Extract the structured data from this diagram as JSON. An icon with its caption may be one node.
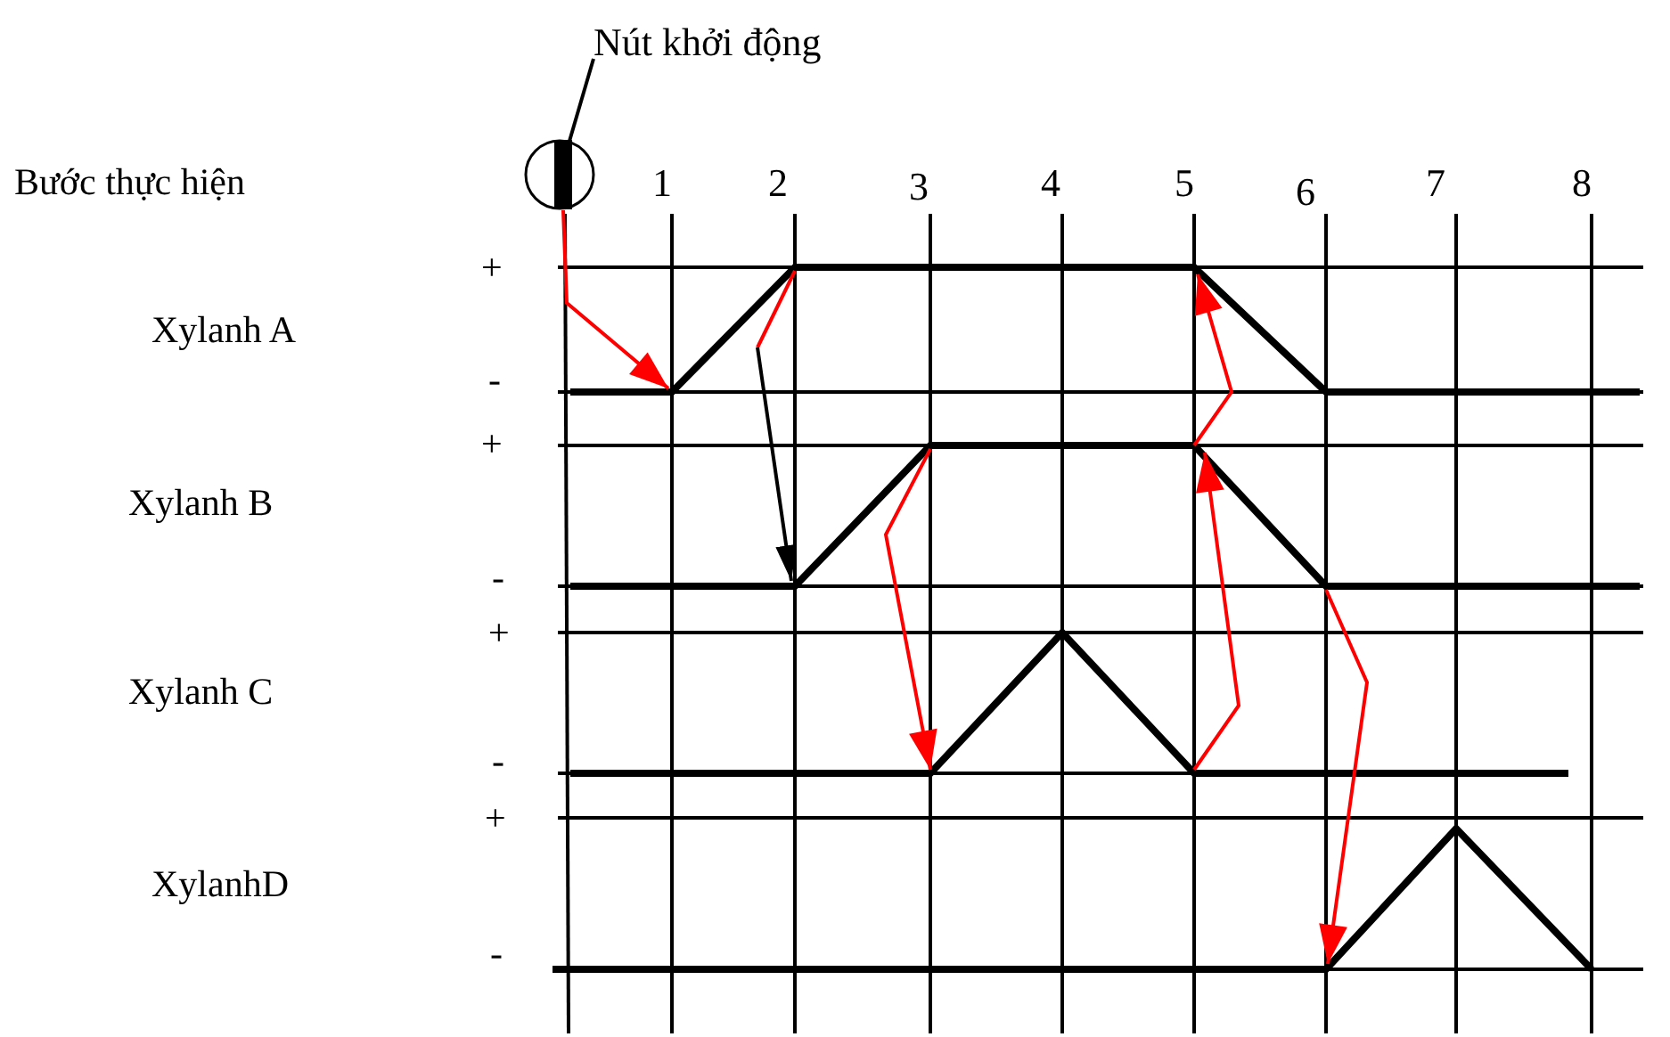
{
  "diagram": {
    "nodes": [
      {
        "text": [
          "Nút khởi động"
        ]
      },
      {
        "text": [],
        "shape": "circle"
      }
    ],
    "edges": [
      {
        "from": 0,
        "to": 1,
        "arrow": "none"
      },
      {
        "from": 1,
        "to": null,
        "arrow": "to",
        "color": "#ff0000"
      }
    ],
    "labels": [
      "Bước thực hiện",
      "1",
      "2",
      "3",
      "4",
      "5",
      "6",
      "7",
      "8",
      "+",
      "Xylanh A",
      "-",
      "+",
      "Xylanh B",
      "-",
      "+",
      "Xylanh C",
      "-",
      "+",
      "XylanhD",
      "-"
    ]
  }
}
